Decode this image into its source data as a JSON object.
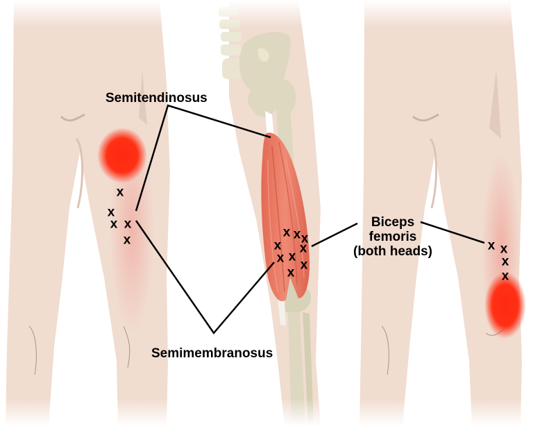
{
  "labels": {
    "semitendinosus": "Semitendinosus",
    "semimembranosus": "Semimembranosus",
    "biceps_line1": "Biceps",
    "biceps_line2": "femoris",
    "biceps_line3": "(both heads)"
  },
  "marker_glyph": "x",
  "colors": {
    "skin": "#f1dcd0",
    "skin_shadow": "#dcc3b6",
    "bone": "#ddd8bf",
    "bone_dark": "#c9c3a4",
    "muscle": "#e8735e",
    "muscle_light": "#f2907c",
    "pain_core": "#ff2a10",
    "pain_zone": "#f5b0a6",
    "line": "#000000"
  },
  "panels": [
    {
      "id": "left",
      "description": "Back of leg - semitendinosus/semimembranosus referred pain"
    },
    {
      "id": "middle",
      "description": "Hamstring muscles anatomy"
    },
    {
      "id": "right",
      "description": "Back of leg - biceps femoris referred pain"
    }
  ],
  "markers": {
    "left": [
      [
        173,
        277
      ],
      [
        160,
        306
      ],
      [
        164,
        323
      ],
      [
        184,
        323
      ],
      [
        183,
        346
      ]
    ],
    "middle": [
      [
        413,
        335
      ],
      [
        428,
        338
      ],
      [
        439,
        344
      ],
      [
        400,
        354
      ],
      [
        437,
        358
      ],
      [
        404,
        372
      ],
      [
        421,
        370
      ],
      [
        438,
        382
      ],
      [
        419,
        393
      ]
    ],
    "right": [
      [
        708,
        354
      ],
      [
        726,
        359
      ],
      [
        728,
        377
      ],
      [
        728,
        398
      ]
    ]
  }
}
